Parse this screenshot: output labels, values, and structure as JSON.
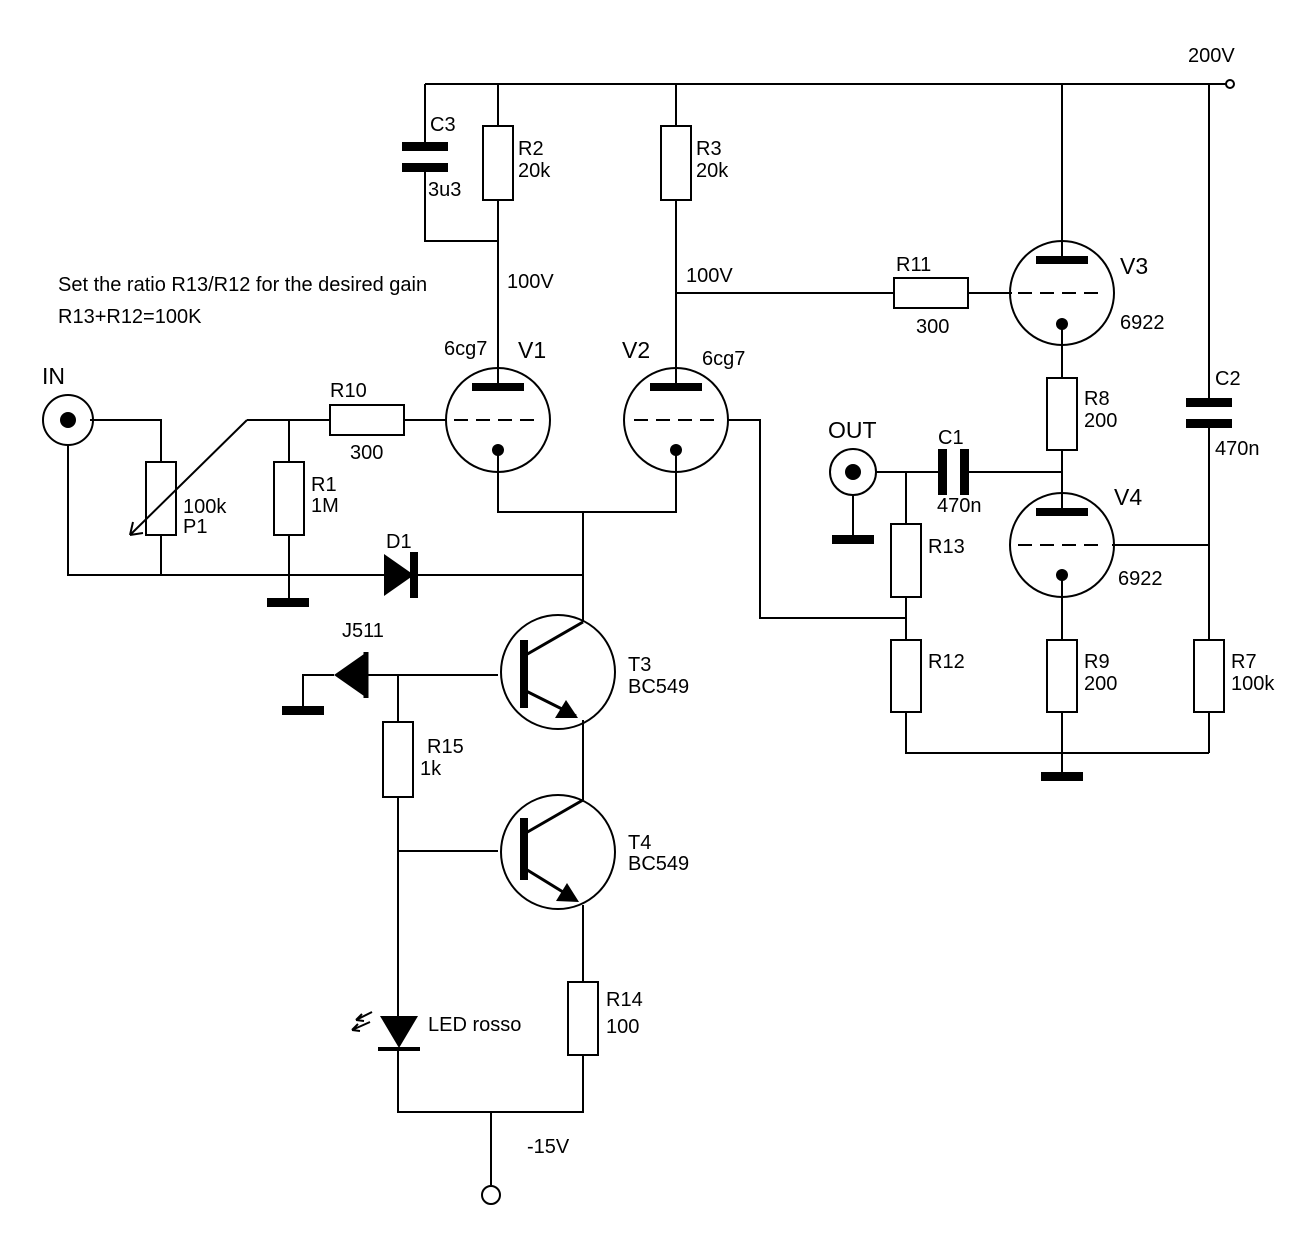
{
  "note": {
    "line1": "Set the ratio R13/R12 for the desired gain",
    "line2": "R13+R12=100K"
  },
  "rails": {
    "supply_pos": "200V",
    "supply_neg": "-15V"
  },
  "nodes": {
    "v1_plate": "100V",
    "v2_plate": "100V"
  },
  "connectors": {
    "input": "IN",
    "output": "OUT"
  },
  "resistors": {
    "R1": {
      "ref": "R1",
      "value": "1M"
    },
    "R2": {
      "ref": "R2",
      "value": "20k"
    },
    "R3": {
      "ref": "R3",
      "value": "20k"
    },
    "R7": {
      "ref": "R7",
      "value": "100k"
    },
    "R8": {
      "ref": "R8",
      "value": "200"
    },
    "R9": {
      "ref": "R9",
      "value": "200"
    },
    "R10": {
      "ref": "R10",
      "value": "300"
    },
    "R11": {
      "ref": "R11",
      "value": "300"
    },
    "R12": {
      "ref": "R12",
      "value": ""
    },
    "R13": {
      "ref": "R13",
      "value": ""
    },
    "R14": {
      "ref": "R14",
      "value": "100"
    },
    "R15": {
      "ref": "R15",
      "value": "1k"
    },
    "P1": {
      "ref": "P1",
      "value": "100k"
    }
  },
  "capacitors": {
    "C1": {
      "ref": "C1",
      "value": "470n"
    },
    "C2": {
      "ref": "C2",
      "value": "470n"
    },
    "C3": {
      "ref": "C3",
      "value": "3u3"
    }
  },
  "tubes": {
    "V1": {
      "ref": "V1",
      "type": "6cg7"
    },
    "V2": {
      "ref": "V2",
      "type": "6cg7"
    },
    "V3": {
      "ref": "V3",
      "type": "6922"
    },
    "V4": {
      "ref": "V4",
      "type": "6922"
    }
  },
  "transistors": {
    "T3": {
      "ref": "T3",
      "type": "BC549"
    },
    "T4": {
      "ref": "T4",
      "type": "BC549"
    }
  },
  "diodes": {
    "D1": {
      "ref": "D1"
    },
    "J511": {
      "ref": "J511"
    },
    "LED": {
      "ref": "LED rosso"
    }
  }
}
